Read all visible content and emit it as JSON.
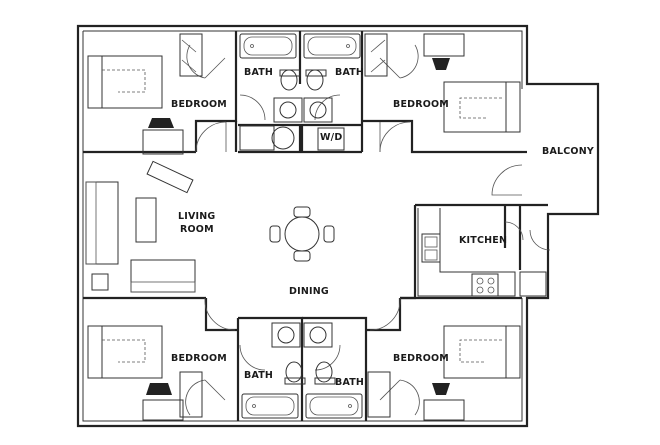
{
  "rooms": {
    "bedroom_top_left": "BEDROOM",
    "bath_top_left": "BATH",
    "bath_top_right": "BATH",
    "bedroom_top_right": "BEDROOM",
    "laundry": "W/D",
    "balcony": "BALCONY",
    "living_room_line1": "LIVING",
    "living_room_line2": "ROOM",
    "kitchen": "KITCHEN",
    "dining": "DINING",
    "bedroom_bottom_left": "BEDROOM",
    "bedroom_bottom_right": "BEDROOM",
    "bath_bottom_left": "BATH",
    "bath_bottom_right": "BATH"
  }
}
